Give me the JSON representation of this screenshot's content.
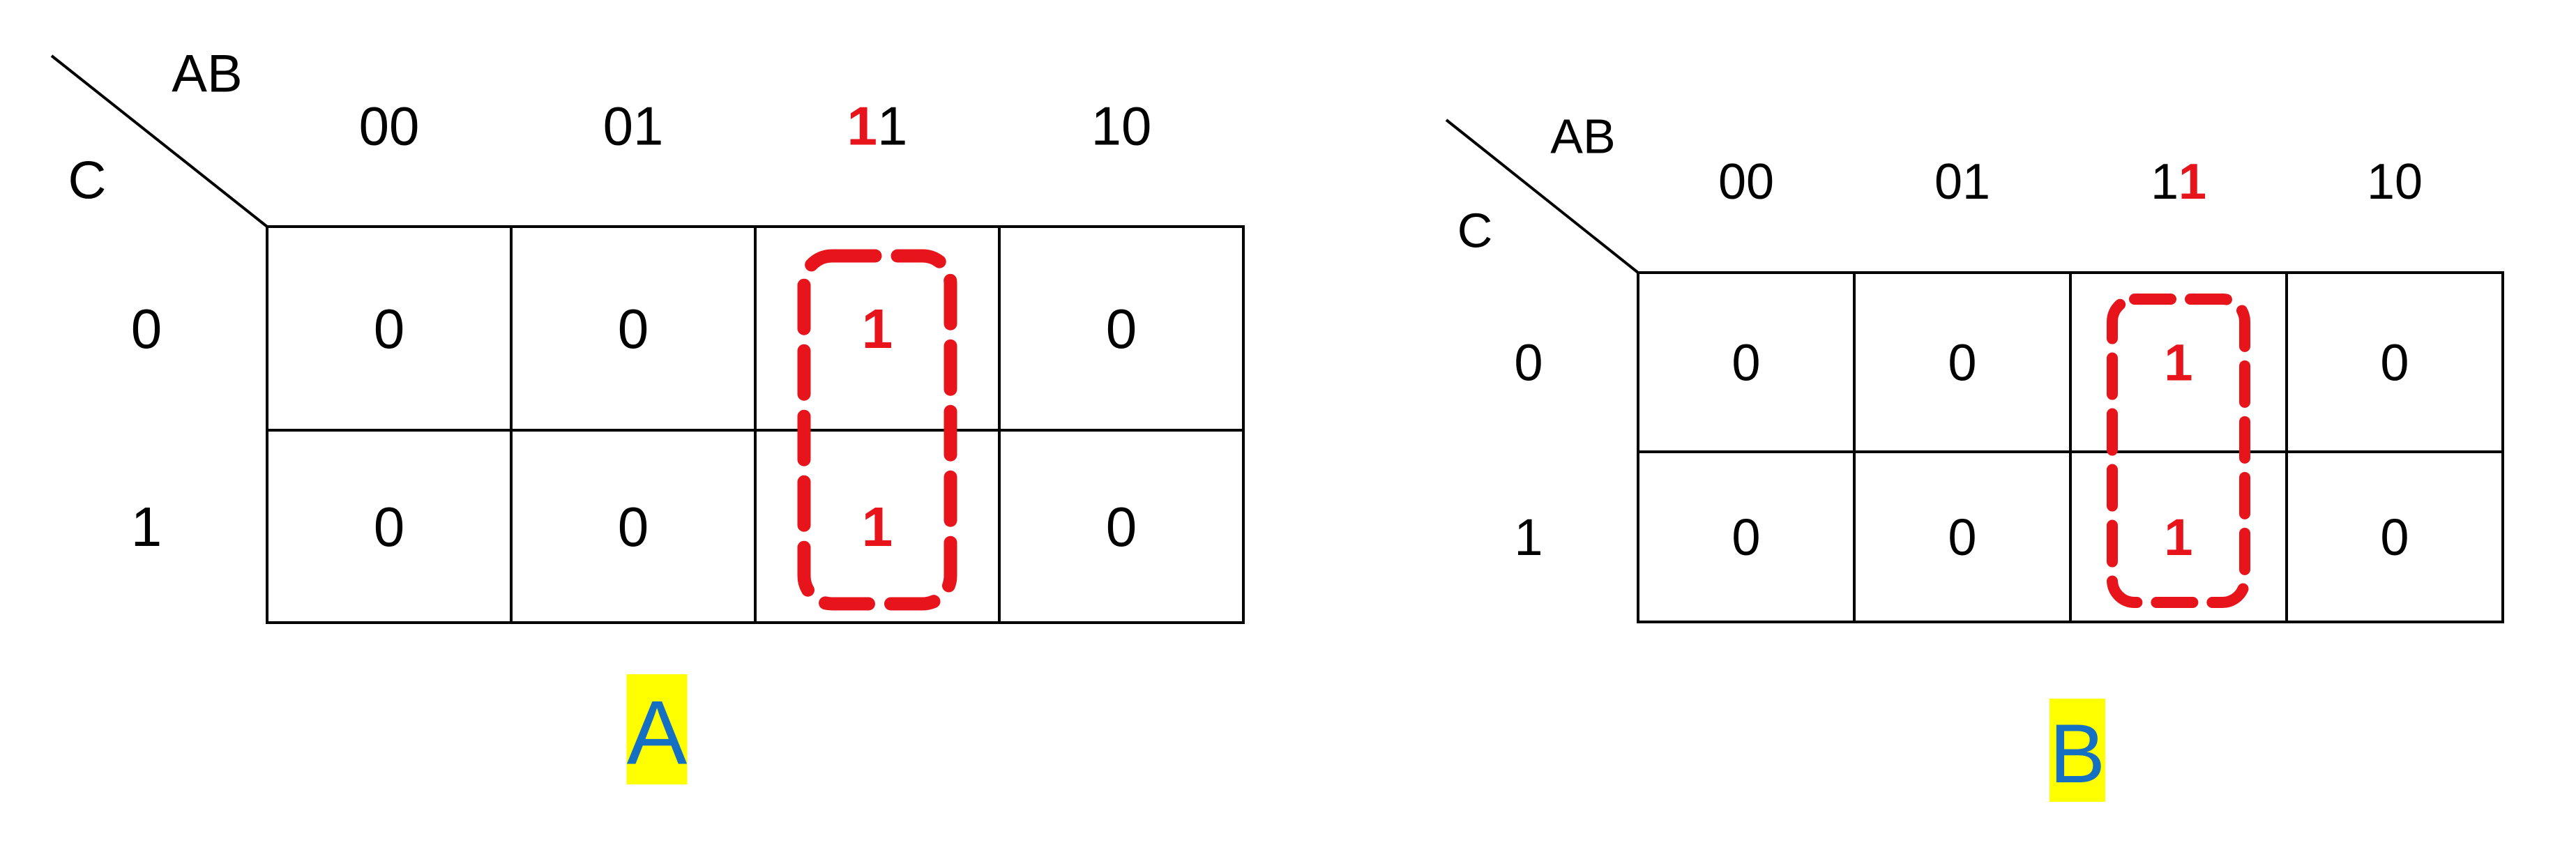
{
  "colors": {
    "grid": "#000000",
    "highlight": "#e8141b",
    "caption_text": "#1570c4",
    "caption_bg": "#ffff00"
  },
  "maps": [
    {
      "caption": "A",
      "col_var": "AB",
      "row_var": "C",
      "col_headers": [
        "00",
        "01",
        "11",
        "10"
      ],
      "highlighted_header_digit": "first",
      "row_headers": [
        "0",
        "1"
      ],
      "cells": [
        [
          "0",
          "0",
          "1",
          "0"
        ],
        [
          "0",
          "0",
          "1",
          "0"
        ]
      ],
      "highlighted_column": 2
    },
    {
      "caption": "B",
      "col_var": "AB",
      "row_var": "C",
      "col_headers": [
        "00",
        "01",
        "11",
        "10"
      ],
      "highlighted_header_digit": "second",
      "row_headers": [
        "0",
        "1"
      ],
      "cells": [
        [
          "0",
          "0",
          "1",
          "0"
        ],
        [
          "0",
          "0",
          "1",
          "0"
        ]
      ],
      "highlighted_column": 2
    }
  ]
}
